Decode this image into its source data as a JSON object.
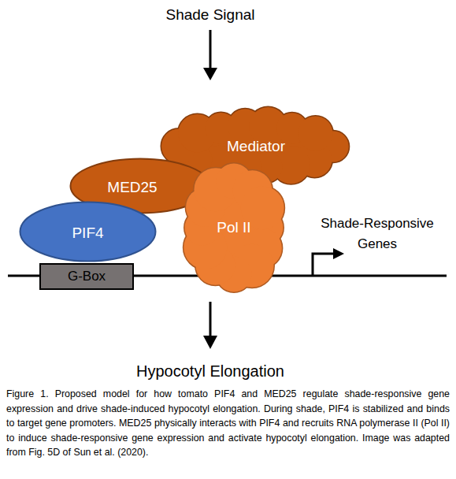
{
  "diagram": {
    "caption": "Figure 1. Proposed model for how tomato PIF4 and MED25 regulate shade-responsive gene expression and drive shade-induced hypocotyl elongation. During shade, PIF4 is stabilized and binds to target gene promoters. MED25 physically interacts with PIF4 and recruits RNA polymerase II (Pol II) to induce shade-responsive gene expression and activate hypocotyl elongation. Image was adapted from Fig. 5D of Sun et al. (2020).",
    "nodes": [
      {
        "text": [
          "Mediator"
        ]
      },
      {
        "text": [
          "MED25"
        ]
      },
      {
        "text": [
          "PIF4"
        ]
      },
      {
        "text": [
          "Pol II"
        ]
      },
      {
        "text": [
          "G-Box"
        ]
      }
    ],
    "labels": [
      "Shade Signal",
      "Shade-Responsive Genes",
      "Hypocotyl Elongation"
    ]
  }
}
